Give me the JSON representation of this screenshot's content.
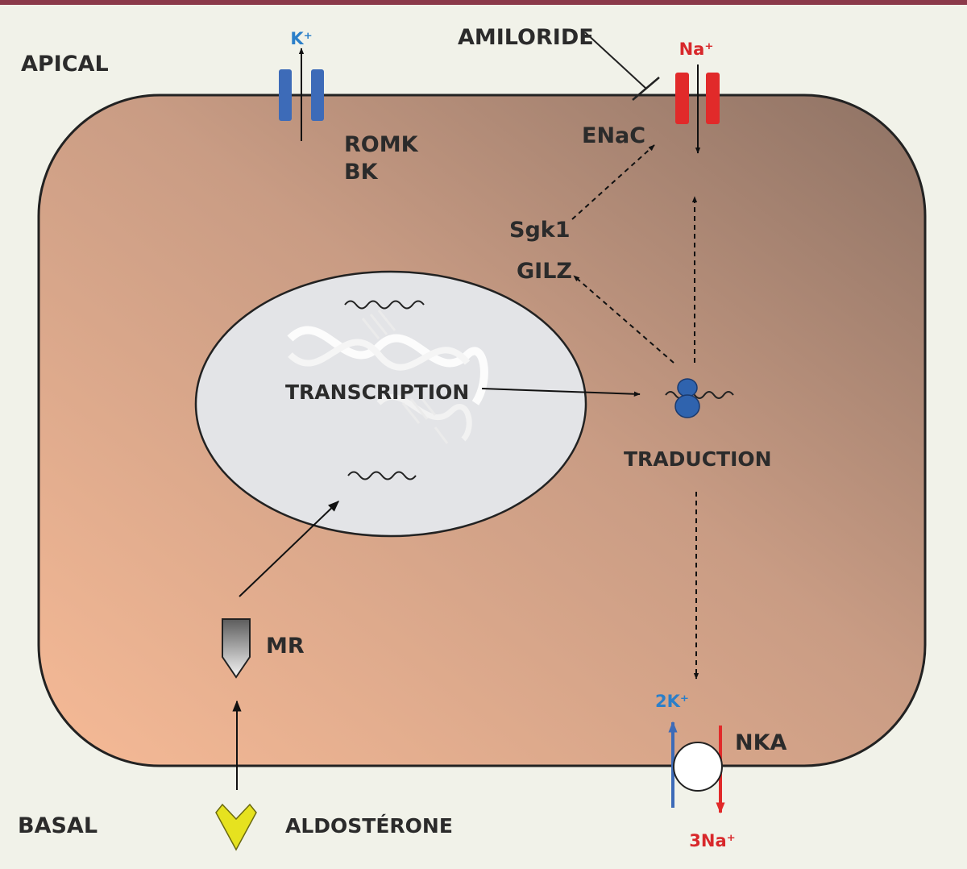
{
  "labels": {
    "apical": "APICAL",
    "basal": "BASAL",
    "amiloride": "AMILORIDE",
    "enac": "ENaC",
    "romk": "ROMK",
    "bk": "BK",
    "sgk1": "Sgk1",
    "gilz": "GILZ",
    "transcription": "TRANSCRIPTION",
    "traduction": "TRADUCTION",
    "mr": "MR",
    "aldosterone": "ALDOSTÉRONE",
    "nka": "NKA"
  },
  "ions": {
    "k_apical": "K⁺",
    "na_apical": "Na⁺",
    "k_basal": "2K⁺",
    "na_basal": "3Na⁺"
  },
  "colors": {
    "background": "#f1f2e9",
    "top_border": "#8b3a4a",
    "cell_light": "#f5b895",
    "cell_dark": "#8f7466",
    "nucleus": "#e3e4e7",
    "romk_channel": "#3d6bb8",
    "enac_channel": "#e12a2a",
    "k_ion": "#2b7fc9",
    "na_ion": "#d8282b",
    "ribosome": "#2f63ae",
    "aldosterone": "#e6e21f"
  }
}
